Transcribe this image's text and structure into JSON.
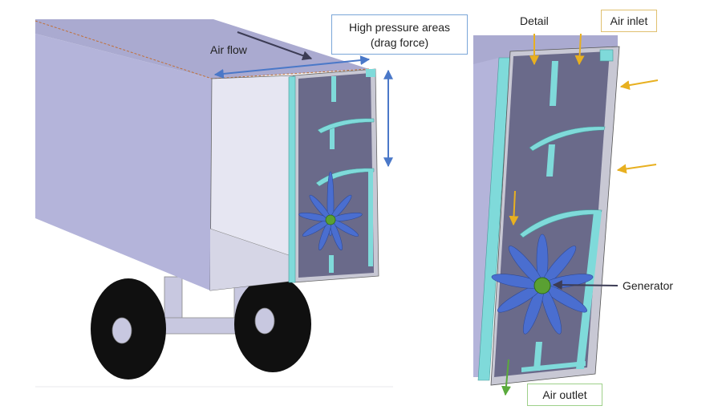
{
  "labels": {
    "air_flow": "Air flow",
    "high_pressure_line1": "High pressure areas",
    "high_pressure_line2": "(drag force)",
    "detail": "Detail",
    "air_inlet": "Air inlet",
    "generator": "Generator",
    "air_outlet": "Air outlet"
  },
  "colors": {
    "box_side": "#b4b4da",
    "box_top": "#aaaad0",
    "panel": "#6a6a8a",
    "panel_frame": "#c8c8d4",
    "slot": "#7fdada",
    "blade": "#4a6ed0",
    "hub": "#5aa032",
    "wheel": "#101010",
    "axle": "#c8c8e0",
    "flow_arrow": "#3c3c55",
    "pressure_arrow": "#4a78c8",
    "inlet_arrow": "#e8b020",
    "outlet_arrow": "#5aaa3c",
    "inlet_box_border": "#e0c070",
    "outlet_box_border": "#9ed08a",
    "pressure_box_border": "#7aa6d8"
  }
}
